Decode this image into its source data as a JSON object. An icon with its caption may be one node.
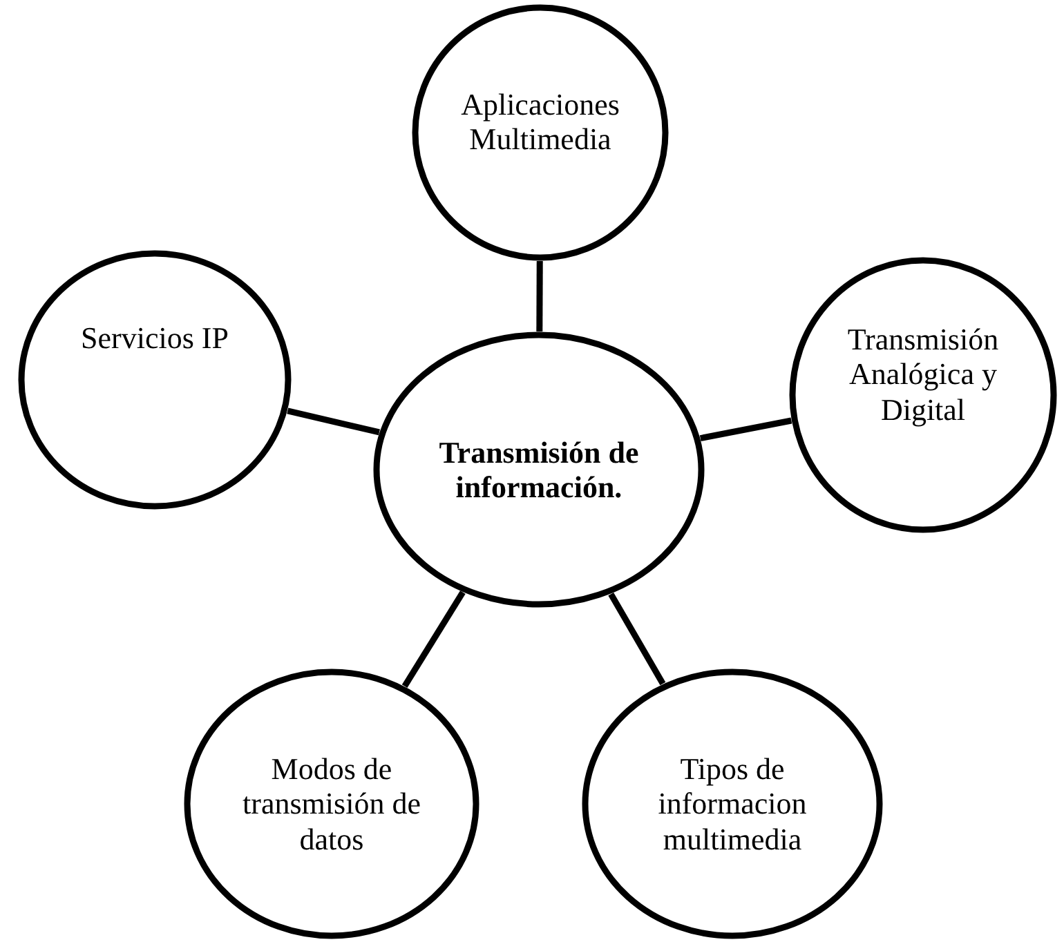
{
  "diagram": {
    "nodes": [
      {
        "text": [
          "Aplicaciones Multimedia"
        ]
      },
      {
        "text": [
          "Servicios IP"
        ]
      },
      {
        "text": [
          "Transmisión de información."
        ]
      },
      {
        "text": [
          "Transmisión Analógica y Digital"
        ]
      },
      {
        "text": [
          "Modos de transmisión de datos"
        ]
      },
      {
        "text": [
          "Tipos de informacion multimedia"
        ]
      }
    ],
    "edges": [
      {
        "from": 2,
        "to": 0,
        "arrow": "none"
      },
      {
        "from": 2,
        "to": 1,
        "arrow": "none"
      },
      {
        "from": 2,
        "to": 3,
        "arrow": "none"
      },
      {
        "from": 2,
        "to": 4,
        "arrow": "none"
      },
      {
        "from": 2,
        "to": 5,
        "arrow": "none"
      }
    ]
  }
}
